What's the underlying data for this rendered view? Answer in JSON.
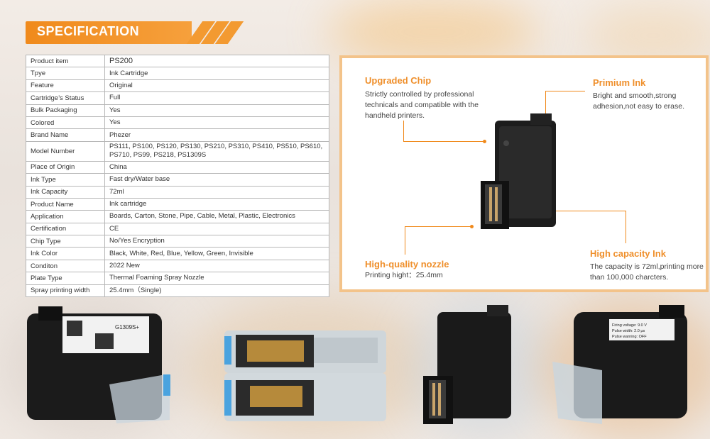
{
  "banner": {
    "title": "SPECIFICATION"
  },
  "spec_rows": [
    {
      "key": "Product item",
      "value": "PS200"
    },
    {
      "key": "Tpye",
      "value": "Ink Cartridge"
    },
    {
      "key": "Feature",
      "value": "Original"
    },
    {
      "key": "Cartridge’s Status",
      "value": "Full"
    },
    {
      "key": "Bulk Packaging",
      "value": "Yes"
    },
    {
      "key": "Colored",
      "value": "Yes"
    },
    {
      "key": "Brand Name",
      "value": "Phezer"
    },
    {
      "key": "Model Number",
      "value": "PS111, PS100, PS120, PS130, PS210, PS310, PS410, PS510, PS610, PS710, PS99, PS218, PS1309S"
    },
    {
      "key": "Place of Origin",
      "value": "China"
    },
    {
      "key": "Ink Type",
      "value": "Fast dry/Water base"
    },
    {
      "key": "Ink Capacity",
      "value": "72ml"
    },
    {
      "key": "Product Name",
      "value": "Ink cartridge"
    },
    {
      "key": "Application",
      "value": "Boards, Carton, Stone, Pipe, Cable, Metal, Plastic, Electronics"
    },
    {
      "key": "Certification",
      "value": "CE"
    },
    {
      "key": "Chip Type",
      "value": "No/Yes Encryption"
    },
    {
      "key": "Ink Color",
      "value": "Black, White, Red, Blue, Yellow, Green, Invisible"
    },
    {
      "key": "Conditon",
      "value": "2022 New"
    },
    {
      "key": "Plate Type",
      "value": "Thermal Foaming Spray Nozzle"
    },
    {
      "key": "Spray printing width",
      "value": "25.4mm（Single)"
    }
  ],
  "features": {
    "chip": {
      "title": "Upgraded Chip",
      "desc": "Strictly controlled by professional technicals and compatible with the handheld printers."
    },
    "ink": {
      "title": "Primium Ink",
      "desc": "Bright and smooth,strong adhesion,not easy to erase."
    },
    "nozzle": {
      "title": "High-quality nozzle",
      "desc": "Printing hight：25.4mm"
    },
    "capacity": {
      "title": "High capacity Ink",
      "desc": "The capacity is 72ml,printing more than 100,000 charcters."
    }
  },
  "product_labels": {
    "label1": "G1309S+",
    "label4_line1": "Firing voltage: 9.0 V",
    "label4_line2": "Pulse width: 2.0 μs",
    "label4_line3": "Pulse warning: OFF"
  },
  "colors": {
    "accent": "#f08a1c",
    "frame": "#f3c38a"
  }
}
